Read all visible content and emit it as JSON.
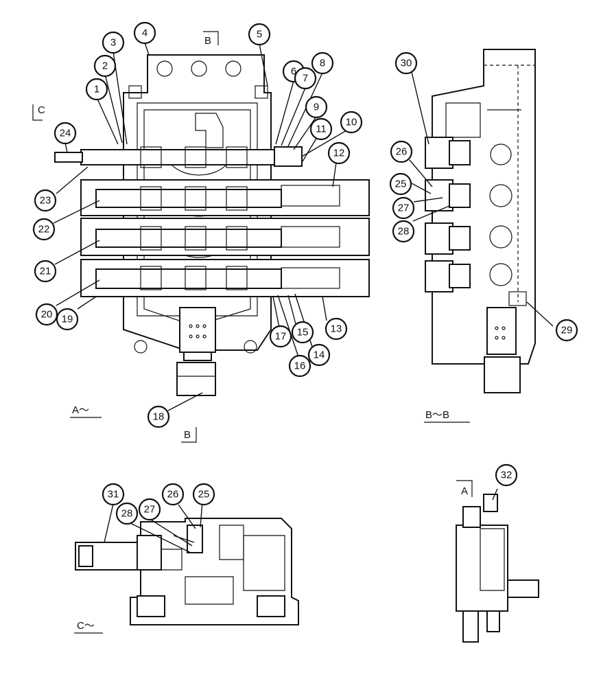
{
  "views": {
    "a": "A～",
    "bb": "B～B",
    "c": "C～"
  },
  "section_marks": {
    "b_top": "B",
    "b_bottom": "B",
    "c": "C",
    "a": "A"
  },
  "callouts": [
    "1",
    "2",
    "3",
    "4",
    "5",
    "6",
    "7",
    "8",
    "9",
    "10",
    "11",
    "12",
    "13",
    "14",
    "15",
    "16",
    "17",
    "18",
    "19",
    "20",
    "21",
    "22",
    "23",
    "24",
    "25",
    "26",
    "27",
    "28",
    "29",
    "30",
    "31",
    "32"
  ],
  "callouts_repeat": [
    "25",
    "26",
    "27",
    "28"
  ]
}
